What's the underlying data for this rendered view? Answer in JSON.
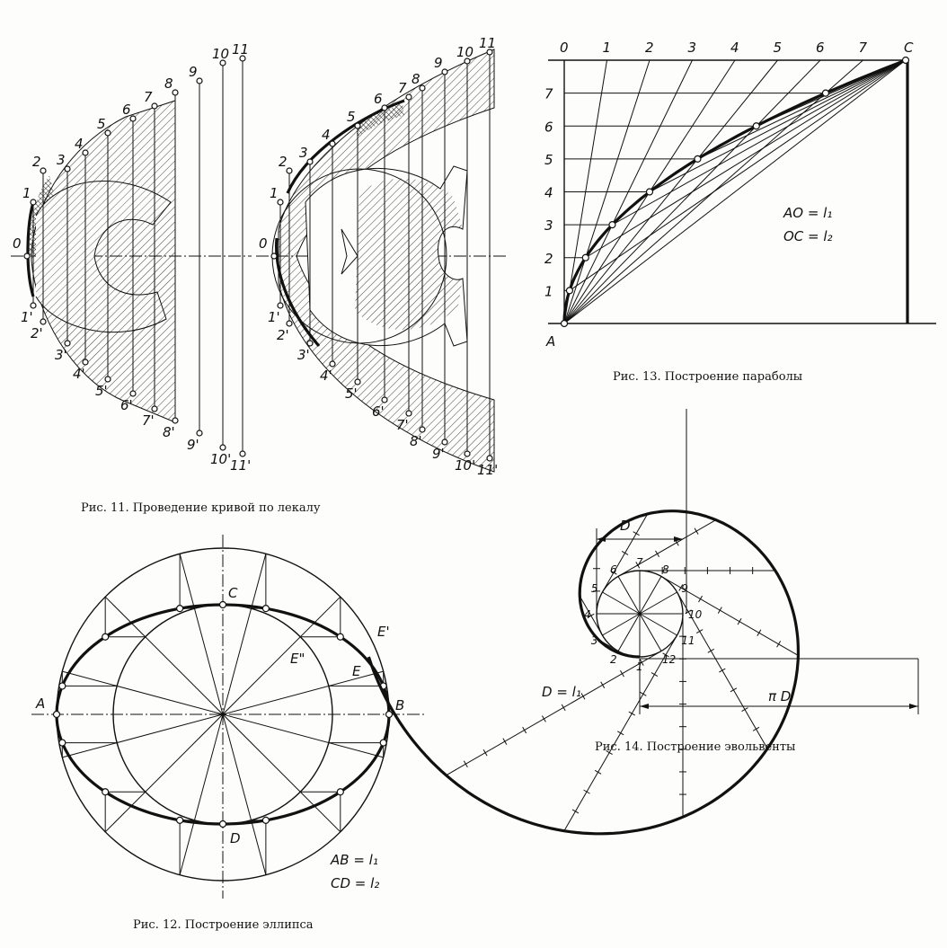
{
  "fig11": {
    "caption": "Рис. 11. Проведение кривой по лекалу",
    "left_labels_top": [
      "0",
      "1",
      "2",
      "3",
      "4",
      "5",
      "6",
      "7",
      "8",
      "9",
      "10",
      "11"
    ],
    "left_labels_bottom": [
      "1'",
      "2'",
      "3'",
      "4'",
      "5'",
      "6'",
      "7'",
      "8'",
      "9'",
      "10'",
      "11'"
    ]
  },
  "fig12": {
    "caption": "Рис. 12. Построение эллипса",
    "label_a": "A",
    "label_b": "B",
    "label_c": "C",
    "label_d": "D",
    "label_e": "E",
    "label_e1": "E'",
    "label_e2": "E\"",
    "formula_1": "AB = l₁",
    "formula_2": "CD = l₂"
  },
  "fig13": {
    "caption": "Рис. 13. Построение параболы",
    "top_labels": [
      "0",
      "1",
      "2",
      "3",
      "4",
      "5",
      "6",
      "7"
    ],
    "left_labels": [
      "1",
      "2",
      "3",
      "4",
      "5",
      "6",
      "7"
    ],
    "label_a": "A",
    "label_c": "C",
    "formula_1": "AO = l₁",
    "formula_2": "OC = l₂"
  },
  "fig14": {
    "caption": "Рис. 14. Построение эвольвенты",
    "label_d": "D",
    "label_pid": "π D",
    "formula": "D = l₁",
    "circle_labels": [
      "1",
      "2",
      "3",
      "4",
      "5",
      "6",
      "7",
      "8",
      "9",
      "10",
      "11",
      "12"
    ]
  }
}
